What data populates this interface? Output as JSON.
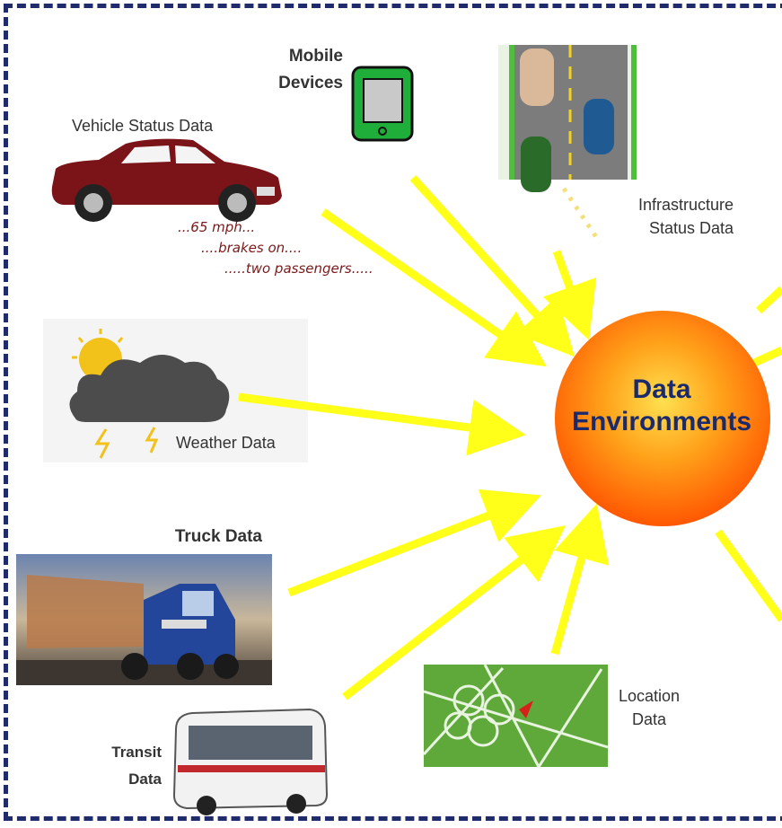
{
  "diagram": {
    "center": {
      "line1": "Data",
      "line2": "Environments"
    },
    "sources": {
      "mobile": {
        "line1": "Mobile",
        "line2": "Devices"
      },
      "vehicle": {
        "title": "Vehicle Status Data",
        "notes": [
          "...65 mph...",
          "....brakes on....",
          ".....two passengers....."
        ]
      },
      "infrastructure": {
        "line1": "Infrastructure",
        "line2": "Status Data"
      },
      "weather": {
        "title": "Weather Data"
      },
      "truck": {
        "title": "Truck Data"
      },
      "transit": {
        "line1": "Transit",
        "line2": "Data"
      },
      "location": {
        "line1": "Location",
        "line2": "Data"
      }
    },
    "colors": {
      "arrow": "#ffff1a",
      "border": "#1f2b6b",
      "sphere_center": "#ffd23a",
      "sphere_edge": "#ff5a00",
      "car": "#7a1418",
      "map_green": "#5fa83a"
    }
  }
}
